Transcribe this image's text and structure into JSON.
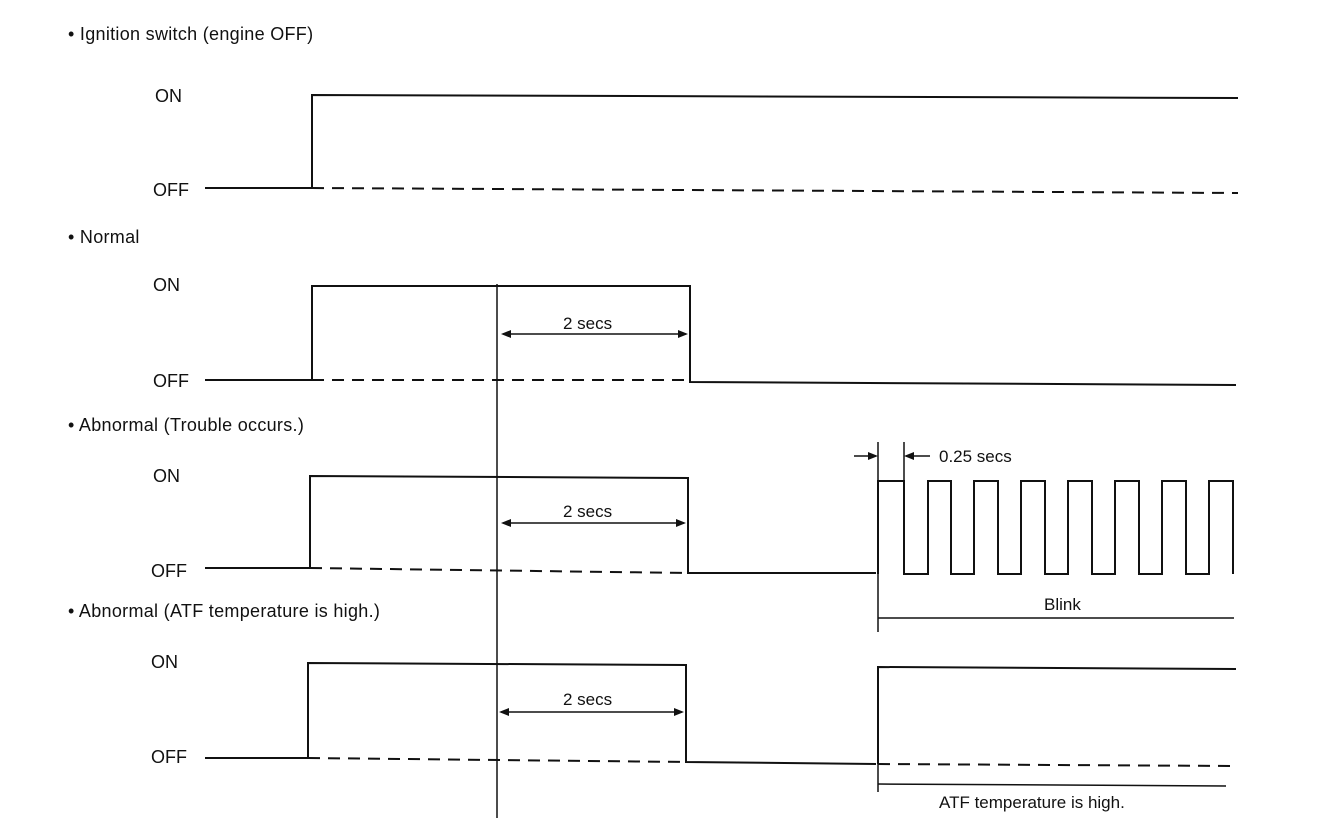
{
  "sections": [
    {
      "label": "• Ignition switch (engine OFF)"
    },
    {
      "label": "• Normal"
    },
    {
      "label": "• Abnormal (Trouble occurs.)"
    },
    {
      "label": "• Abnormal (ATF temperature is high.)"
    }
  ],
  "levels": {
    "on": "ON",
    "off": "OFF"
  },
  "annotations": {
    "two_secs": "2 secs",
    "pulse_width": "0.25 secs",
    "blink": "Blink",
    "atf_high": "ATF temperature is high."
  }
}
